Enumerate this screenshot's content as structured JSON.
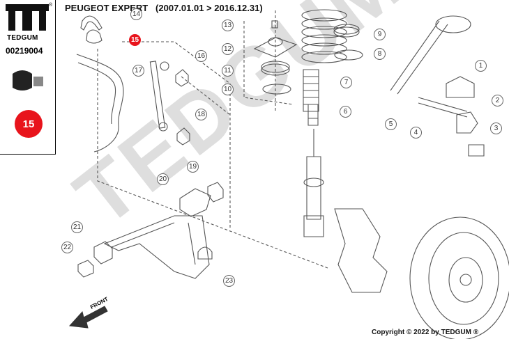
{
  "sidebar": {
    "brand": "TEDGUM",
    "registered": "®",
    "part_number": "00219004",
    "highlight_number": "15"
  },
  "header": {
    "title": "PEUGEOT EXPERT",
    "date_range": "(2007.01.01 > 2016.12.31)"
  },
  "diagram": {
    "watermark": "TEDGUM",
    "front_label": "FRONT",
    "highlighted_callout": "15",
    "callouts": [
      "1",
      "2",
      "3",
      "4",
      "5",
      "6",
      "7",
      "8",
      "9",
      "10",
      "11",
      "12",
      "13",
      "14",
      "15",
      "16",
      "17",
      "18",
      "19",
      "20",
      "21",
      "22",
      "23"
    ]
  },
  "footer": {
    "copyright": "Copyright © 2022 by TEDGUM ®"
  },
  "colors": {
    "accent": "#e8141c",
    "line": "#666666",
    "watermark": "#d8d8d8"
  }
}
